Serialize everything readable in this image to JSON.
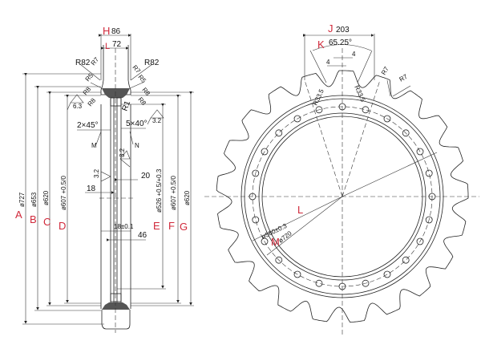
{
  "colors": {
    "line": "#222222",
    "label": "#d0283a",
    "fill": "#555555"
  },
  "side_view": {
    "width_total": "86",
    "width_top": "72",
    "r_top_left": "R82",
    "r_top_right": "R82",
    "r7_left": "R7",
    "r7_right": "R7",
    "r5_left": "R5",
    "r5_right": "R5",
    "r8_left_a": "R8",
    "r8_left_b": "R8",
    "r8_right_a": "R8",
    "r8_right_b": "R8",
    "r1": "R1",
    "rough_left": "6.3",
    "rough_right": "3.2",
    "rough_mid": "3.2",
    "rough_web": "3.2",
    "chamfer_left": "2×45°",
    "chamfer_right": "5×40°",
    "surface_m": "M",
    "surface_n": "N",
    "dim_20": "20",
    "dim_18": "18",
    "dim_18tol": "18±0.1",
    "dim_46": "46",
    "dia_a": "ø727",
    "dia_b": "ø653",
    "dia_c": "ø620",
    "dia_d": "ø607 +0.5/0",
    "dia_e": "ø526 +0.5/+0.3",
    "dia_f": "ø607 +0.5/0",
    "dia_g": "ø620"
  },
  "front_view": {
    "width": "203",
    "angle": "65.25°",
    "dim_4a": "4",
    "dim_4b": "4",
    "r33_left": "R33.5",
    "r33_right": "R33.5",
    "r7_a": "R7",
    "r7_b": "R7",
    "bolt_circle": "ø560±0.3",
    "outer": "ø720"
  },
  "labels": {
    "A": "A",
    "B": "B",
    "C": "C",
    "D": "D",
    "E": "E",
    "F": "F",
    "G": "G",
    "H": "H",
    "L_top": "L",
    "J": "J",
    "K": "K",
    "L": "L",
    "M": "M"
  }
}
